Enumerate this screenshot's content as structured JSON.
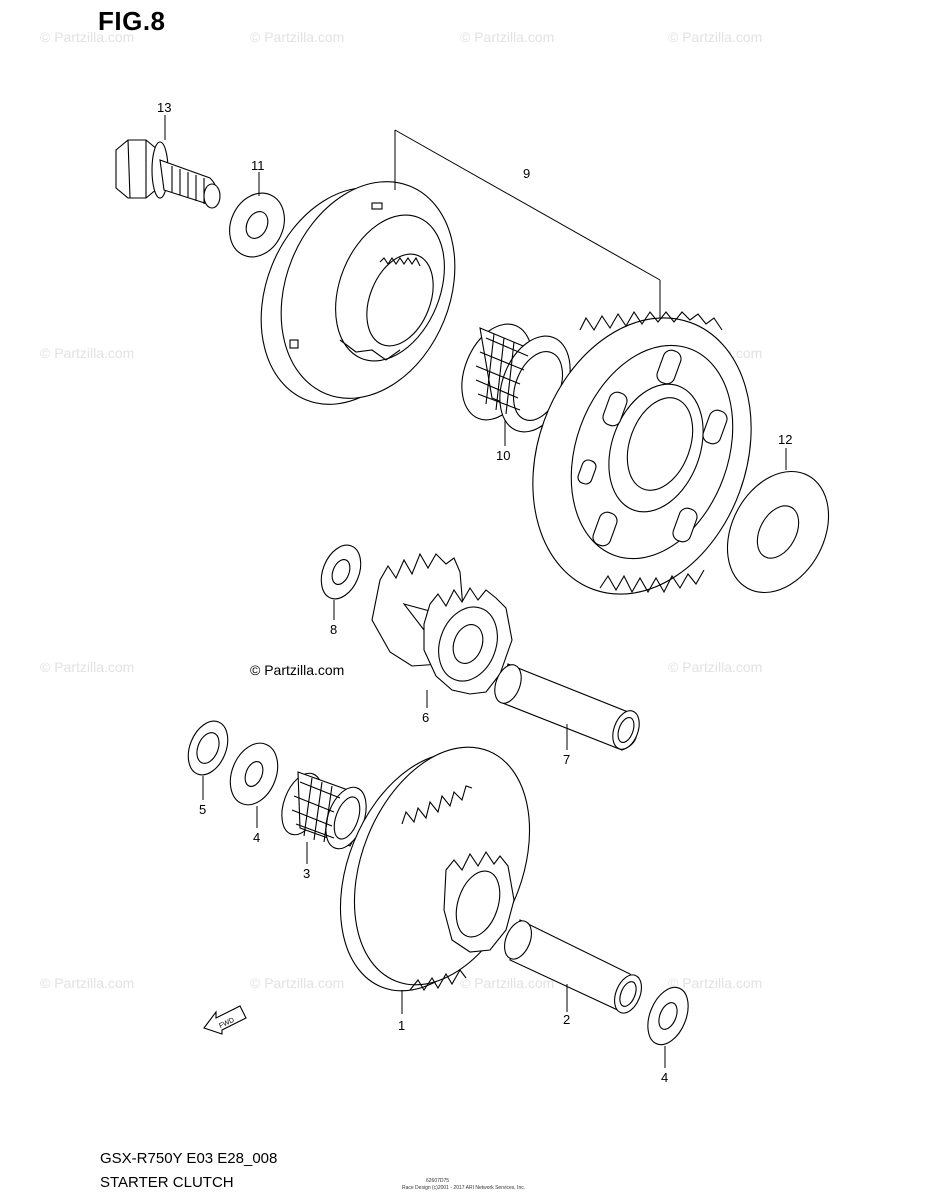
{
  "figure": {
    "title": "FIG.8",
    "model": "GSX-R750Y E03 E28_008",
    "name": "STARTER CLUTCH"
  },
  "copyright": "© Partzilla.com",
  "watermark": "© Partzilla.com",
  "fwd_label": "FWD",
  "fine_print": {
    "line1": "62607D75",
    "line2": "Race Design (c)2001 - 2017 ARI Network Services, Inc."
  },
  "parts": [
    {
      "callout": "13",
      "part": "bolt"
    },
    {
      "callout": "11",
      "part": "washer"
    },
    {
      "callout": "9",
      "part": "starter clutch assembly"
    },
    {
      "callout": "10",
      "part": "needle bearing"
    },
    {
      "callout": "12",
      "part": "washer"
    },
    {
      "callout": "8",
      "part": "washer"
    },
    {
      "callout": "6",
      "part": "idle gear"
    },
    {
      "callout": "7",
      "part": "shaft"
    },
    {
      "callout": "5",
      "part": "washer"
    },
    {
      "callout": "4",
      "part": "washer"
    },
    {
      "callout": "3",
      "part": "needle bearing"
    },
    {
      "callout": "1",
      "part": "starter driven gear"
    },
    {
      "callout": "2",
      "part": "shaft"
    },
    {
      "callout": "4",
      "part": "washer"
    }
  ]
}
